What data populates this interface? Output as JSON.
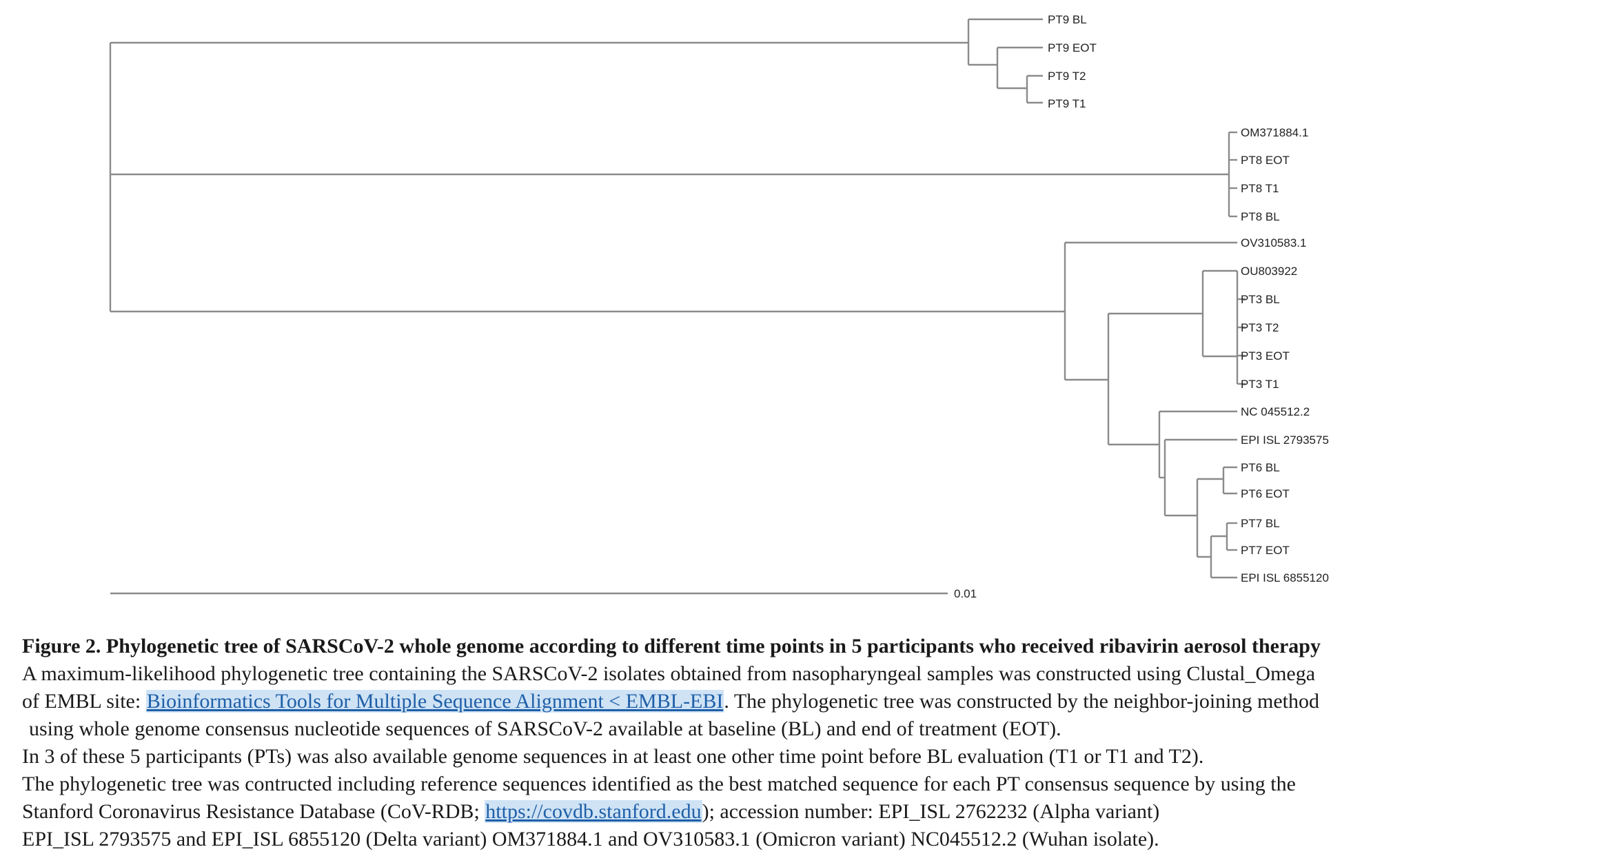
{
  "tree": {
    "labels": {
      "pt9_bl": "PT9 BL",
      "pt9_eot": "PT9 EOT",
      "pt9_t2": "PT9 T2",
      "pt9_t1": "PT9 T1",
      "om371884": "OM371884.1",
      "pt8_eot": "PT8 EOT",
      "pt8_t1": "PT8 T1",
      "pt8_bl": "PT8 BL",
      "ov310583": "OV310583.1",
      "ou803922": "OU803922",
      "pt3_bl": "PT3 BL",
      "pt3_t2": "PT3 T2",
      "pt3_eot": "PT3 EOT",
      "pt3_t1": "PT3 T1",
      "nc045512": "NC 045512.2",
      "epi2793575": "EPI ISL 2793575",
      "pt6_bl": "PT6 BL",
      "pt6_eot": "PT6 EOT",
      "pt7_bl": "PT7 BL",
      "pt7_eot": "PT7 EOT",
      "epi6855120": "EPI ISL 6855120"
    },
    "scale_label": "0.01"
  },
  "caption": {
    "title": "Figure 2. Phylogenetic tree of SARSCoV-2 whole genome according to different time points in 5 participants who received ribavirin aerosol therapy",
    "line1": "A maximum-likelihood phylogenetic tree containing the SARSCoV-2 isolates obtained from nasopharyngeal samples was constructed using Clustal_Omega",
    "line2_pre": "of EMBL site: ",
    "link1": "Bioinformatics Tools for Multiple Sequence Alignment < EMBL-EBI",
    "line2_post": ". The phylogenetic tree was constructed by the neighbor-joining method",
    "line3": "using whole genome consensus nucleotide sequences of SARSCoV-2 available at baseline (BL) and end of treatment (EOT).",
    "line4": "In 3 of these 5 participants (PTs) was also available genome sequences in at least one other time point before BL evaluation (T1 or T1 and T2).",
    "line5": "The phylogenetic tree was contructed including reference sequences identified as the best matched sequence for each PT consensus sequence by using the",
    "line6_pre": "Stanford Coronavirus Resistance Database (CoV-RDB; ",
    "link2": "https://covdb.stanford.edu",
    "line6_post": "); accession number: EPI_ISL 2762232 (Alpha variant)",
    "line7": "EPI_ISL 2793575 and EPI_ISL 6855120 (Delta variant) OM371884.1 and OV310583.1 (Omicron variant) NC045512.2 (Wuhan isolate)."
  }
}
